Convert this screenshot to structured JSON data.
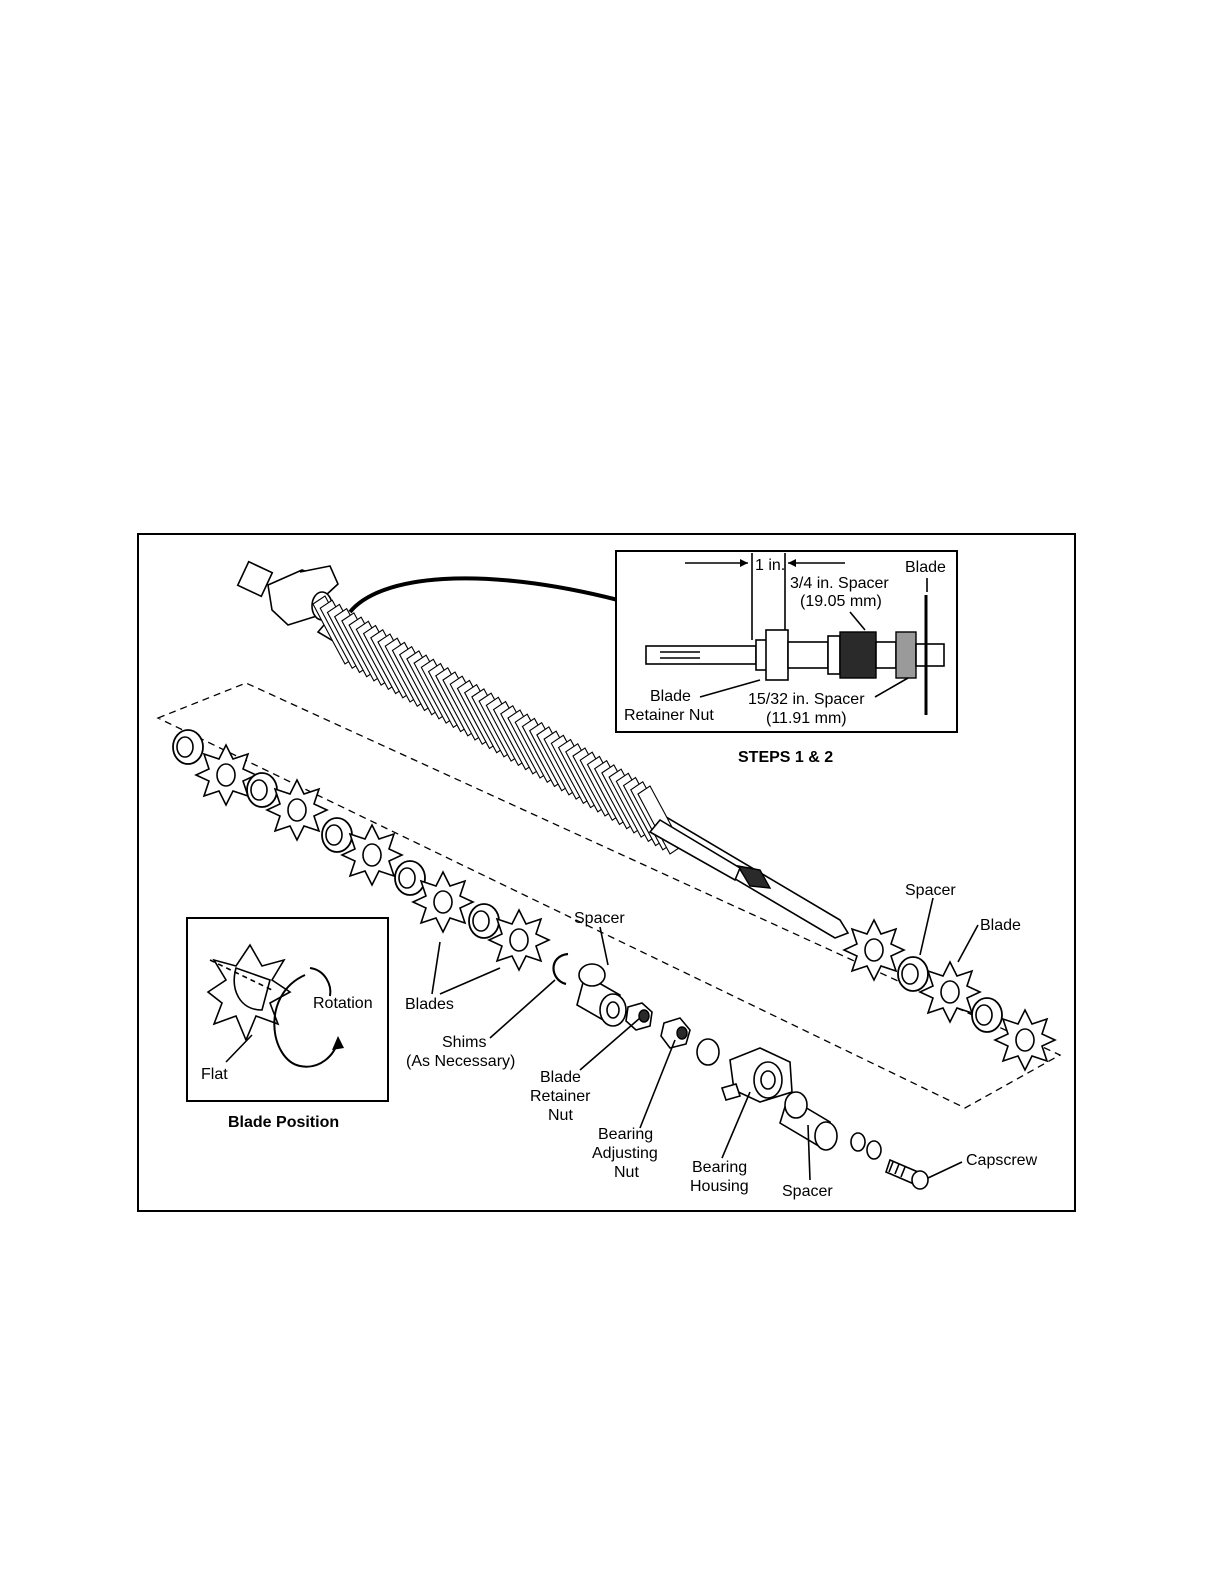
{
  "inset": {
    "caption": "STEPS 1 & 2",
    "dimension": "1 in.",
    "spacer_34": "3/4 in. Spacer",
    "spacer_34_mm": "(19.05 mm)",
    "blade": "Blade",
    "retainer_line1": "Blade",
    "retainer_line2": "Retainer Nut",
    "spacer_1532": "15/32 in. Spacer",
    "spacer_1532_mm": "(11.91 mm)"
  },
  "blade_position": {
    "caption": "Blade Position",
    "rotation": "Rotation",
    "flat": "Flat"
  },
  "labels": {
    "spacer_top": "Spacer",
    "spacer_right": "Spacer",
    "blade_right": "Blade",
    "blades": "Blades",
    "shims_line1": "Shims",
    "shims_line2": "(As Necessary)",
    "retainer_line1": "Blade",
    "retainer_line2": "Retainer",
    "retainer_line3": "Nut",
    "bearing_adj_line1": "Bearing",
    "bearing_adj_line2": "Adjusting",
    "bearing_adj_line3": "Nut",
    "bearing_housing_line1": "Bearing",
    "bearing_housing_line2": "Housing",
    "spacer_bottom": "Spacer",
    "capscrew": "Capscrew"
  }
}
